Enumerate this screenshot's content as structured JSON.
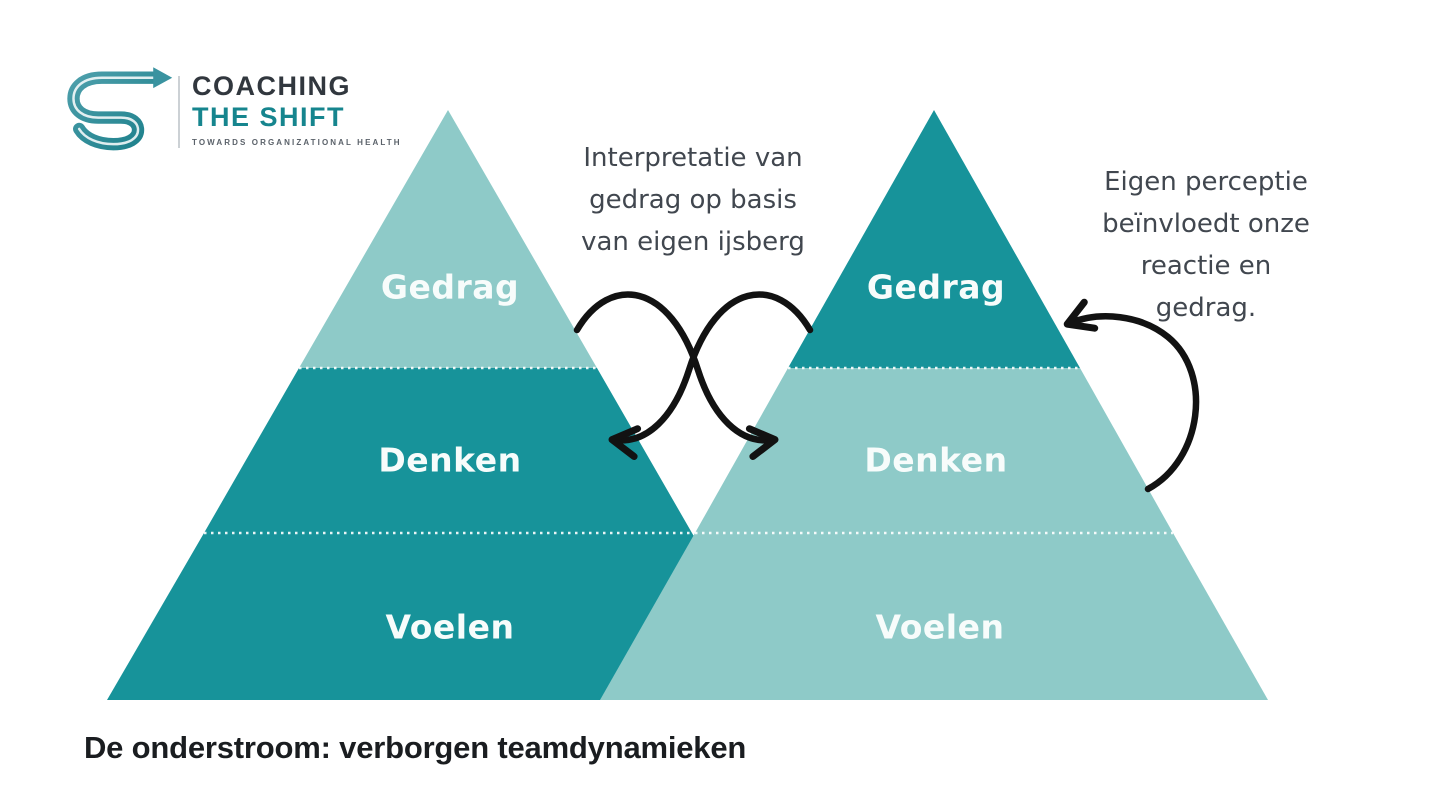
{
  "logo": {
    "title": "COACHING",
    "subtitle": "THE SHIFT",
    "tagline": "TOWARDS ORGANIZATIONAL HEALTH"
  },
  "pyramid_left": {
    "sections": [
      {
        "label": "Gedrag",
        "tone": "light"
      },
      {
        "label": "Denken",
        "tone": "dark"
      },
      {
        "label": "Voelen",
        "tone": "dark"
      }
    ]
  },
  "pyramid_right": {
    "sections": [
      {
        "label": "Gedrag",
        "tone": "dark"
      },
      {
        "label": "Denken",
        "tone": "light"
      },
      {
        "label": "Voelen",
        "tone": "light"
      }
    ]
  },
  "annotations": {
    "interpretation": {
      "lines": [
        "Interpretatie van",
        "gedrag op basis",
        "van eigen ijsberg"
      ]
    },
    "perception": {
      "lines": [
        "Eigen perceptie",
        "beïnvloedt onze",
        "reactie en",
        "gedrag."
      ]
    }
  },
  "footer": {
    "title": "De onderstroom: verborgen teamdynamieken"
  },
  "colors": {
    "teal_dark": "#17939a",
    "teal_light": "#8ecac8",
    "logo_teal": "#16858e",
    "arrow_black": "#121212",
    "annotation_text": "#41474f",
    "heading_text": "#1a1d20",
    "background": "#ffffff"
  }
}
